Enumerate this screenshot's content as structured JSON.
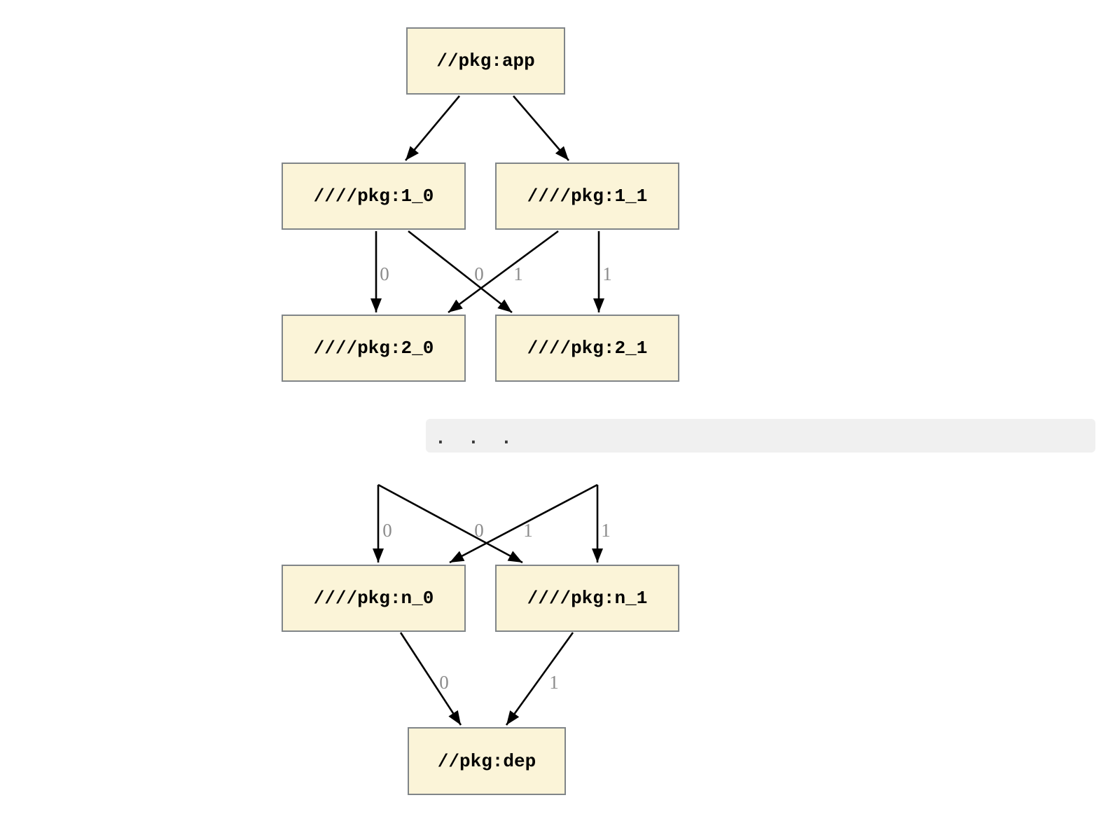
{
  "graph": {
    "nodes": [
      {
        "id": "app",
        "label": "//pkg:app"
      },
      {
        "id": "1_0",
        "label": "////pkg:1_0"
      },
      {
        "id": "1_1",
        "label": "////pkg:1_1"
      },
      {
        "id": "2_0",
        "label": "////pkg:2_0"
      },
      {
        "id": "2_1",
        "label": "////pkg:2_1"
      },
      {
        "id": "n_0",
        "label": "////pkg:n_0"
      },
      {
        "id": "n_1",
        "label": "////pkg:n_1"
      },
      {
        "id": "dep",
        "label": "//pkg:dep"
      }
    ],
    "edges": [
      {
        "from": "app",
        "to": "1_0",
        "label": ""
      },
      {
        "from": "app",
        "to": "1_1",
        "label": ""
      },
      {
        "from": "1_0",
        "to": "2_0",
        "label": "0"
      },
      {
        "from": "1_1",
        "to": "2_0",
        "label": "0"
      },
      {
        "from": "1_0",
        "to": "2_1",
        "label": "1"
      },
      {
        "from": "1_1",
        "to": "2_1",
        "label": "1"
      },
      {
        "from": "...",
        "to": "n_0",
        "label": "0"
      },
      {
        "from": "...",
        "to": "n_0",
        "label": "0"
      },
      {
        "from": "...",
        "to": "n_1",
        "label": "1"
      },
      {
        "from": "...",
        "to": "n_1",
        "label": "1"
      },
      {
        "from": "n_0",
        "to": "dep",
        "label": "0"
      },
      {
        "from": "n_1",
        "to": "dep",
        "label": "1"
      }
    ],
    "ellipsis": ". . .",
    "colors": {
      "node_fill": "#fbf4d8",
      "node_border": "#808588",
      "edge": "#000000",
      "edge_label": "#8c8c8c",
      "ellipsis_bg": "#f0f0f0",
      "ellipsis_text": "#3a3a3a"
    }
  }
}
